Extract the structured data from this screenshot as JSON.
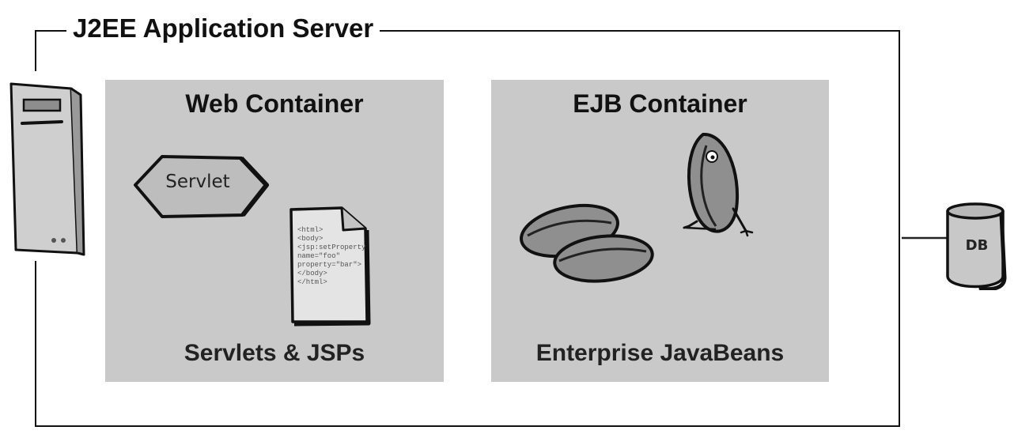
{
  "diagram": {
    "title": "J2EE Application Server",
    "web_container": {
      "title": "Web Container",
      "caption": "Servlets & JSPs",
      "servlet_label": "Servlet",
      "jsp_code": "<html>\n<body>\n<jsp:setProperty\nname=\"foo\"\nproperty=\"bar\">\n</body>\n</html>"
    },
    "ejb_container": {
      "title": "EJB Container",
      "caption": "Enterprise JavaBeans"
    },
    "database": {
      "label": "DB"
    },
    "icons": {
      "server": "server-tower-icon",
      "servlet": "servlet-hexagon-icon",
      "jsp": "jsp-document-icon",
      "beans": "coffee-bean-icon",
      "database": "database-cylinder-icon"
    },
    "colors": {
      "container_fill": "#c9c9c9",
      "line": "#111111"
    }
  }
}
